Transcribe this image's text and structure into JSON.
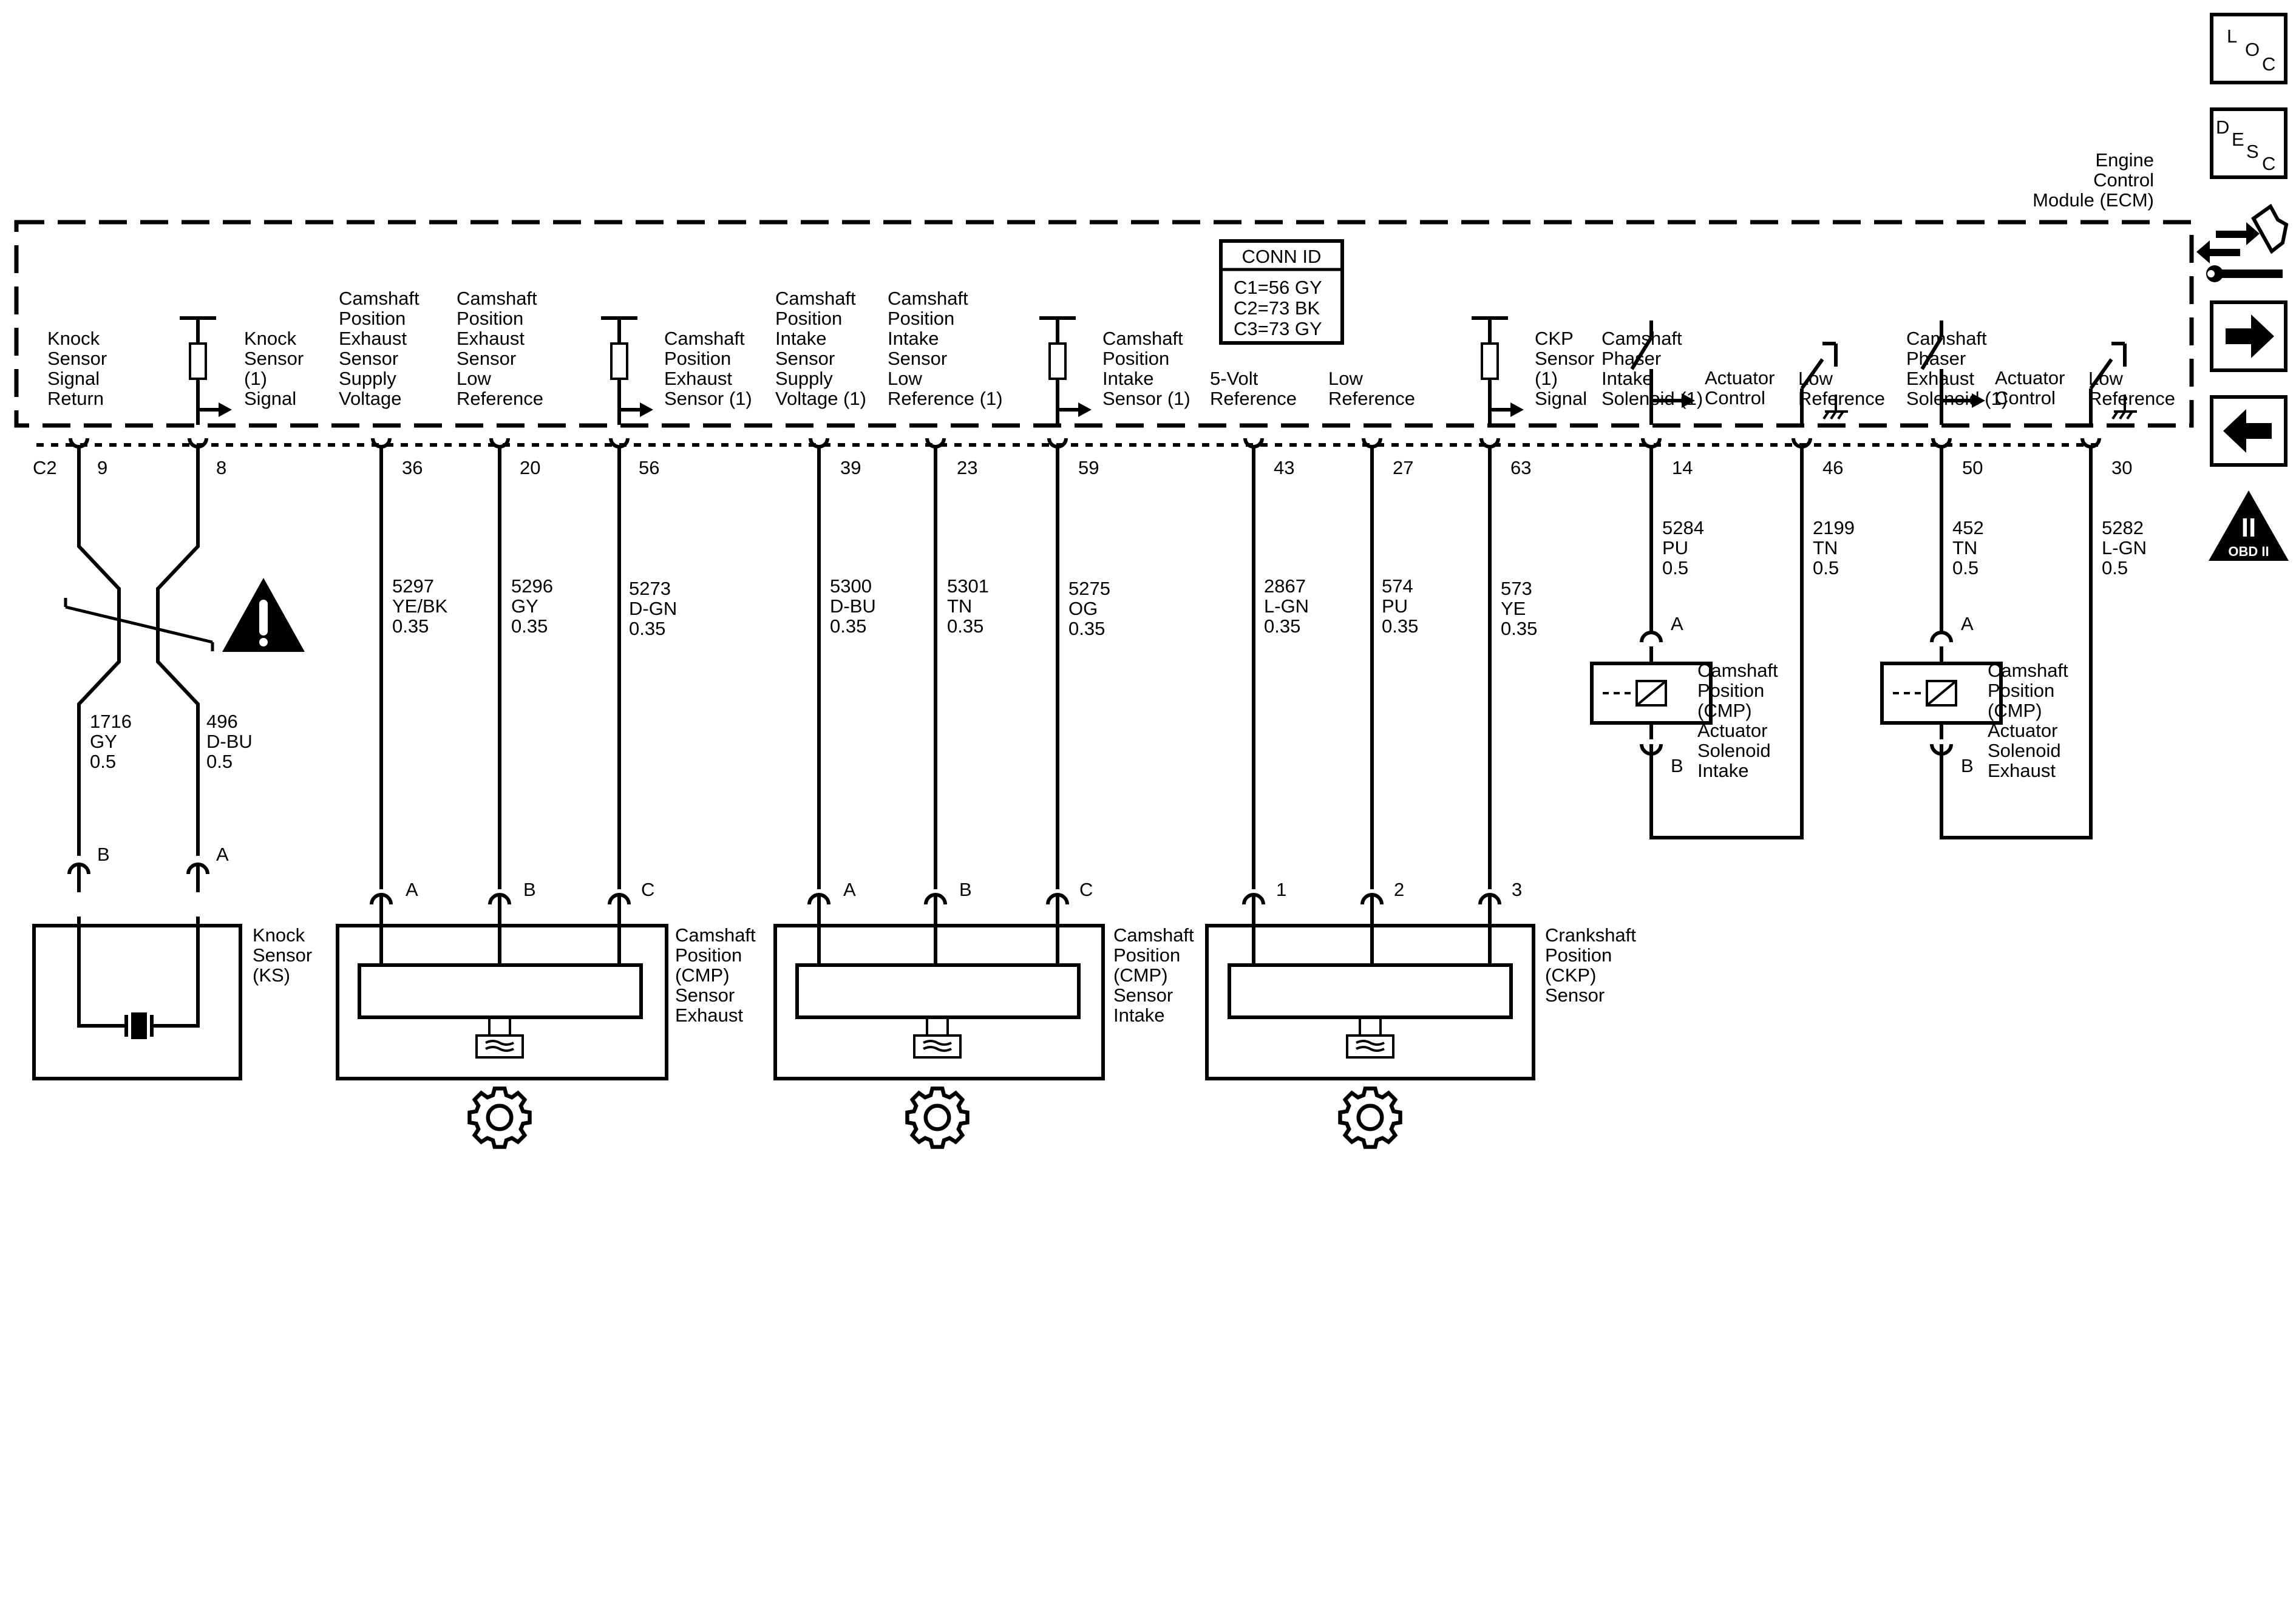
{
  "ecm": {
    "title": [
      "Engine",
      "Control",
      "Module (ECM)"
    ]
  },
  "conn_id": {
    "title": "CONN ID",
    "lines": [
      "C1=56 GY",
      "C2=73 BK",
      "C3=73 GY"
    ]
  },
  "connector_label": "C2",
  "side_icons": [
    {
      "icon": "loc-icon",
      "letters": [
        "L",
        "O",
        "C"
      ]
    },
    {
      "icon": "desc-icon",
      "letters": [
        "D",
        "E",
        "S",
        "C"
      ]
    },
    {
      "icon": "diagnostic-tool-icon"
    },
    {
      "icon": "arrow-right-icon"
    },
    {
      "icon": "arrow-left-icon"
    },
    {
      "icon": "obd2-icon",
      "labels": [
        "II",
        "OBD II"
      ]
    }
  ],
  "ecm_terminals": [
    {
      "pin": "9",
      "label": [
        "Knock",
        "Sensor",
        "Signal",
        "Return"
      ]
    },
    {
      "pin": "8",
      "label": [
        "Knock",
        "Sensor",
        "(1)",
        "Signal"
      ]
    },
    {
      "pin": "36",
      "label": [
        "Camshaft",
        "Position",
        "Exhaust",
        "Sensor",
        "Supply",
        "Voltage"
      ]
    },
    {
      "pin": "20",
      "label": [
        "Camshaft",
        "Position",
        "Exhaust",
        "Sensor",
        "Low",
        "Reference"
      ]
    },
    {
      "pin": "56",
      "label": [
        "Camshaft",
        "Position",
        "Exhaust",
        "Sensor (1)"
      ]
    },
    {
      "pin": "39",
      "label": [
        "Camshaft",
        "Position",
        "Intake",
        "Sensor",
        "Supply",
        "Voltage (1)"
      ]
    },
    {
      "pin": "23",
      "label": [
        "Camshaft",
        "Position",
        "Intake",
        "Sensor",
        "Low",
        "Reference (1)"
      ]
    },
    {
      "pin": "59",
      "label": [
        "Camshaft",
        "Position",
        "Intake",
        "Sensor (1)"
      ]
    },
    {
      "pin": "43",
      "label": [
        "5-Volt",
        "Reference"
      ]
    },
    {
      "pin": "27",
      "label": [
        "Low",
        "Reference"
      ]
    },
    {
      "pin": "63",
      "label": [
        "CKP",
        "Sensor",
        "(1)",
        "Signal"
      ]
    },
    {
      "pin": "14",
      "label": [
        "Camshaft",
        "Phaser",
        "Intake",
        "Solenoid (1)"
      ],
      "sublabel": [
        "Actuator",
        "Control"
      ]
    },
    {
      "pin": "46",
      "label": [
        "Low",
        "Reference"
      ]
    },
    {
      "pin": "50",
      "label": [
        "Camshaft",
        "Phaser",
        "Exhaust",
        "Solenoid (1)"
      ],
      "sublabel": [
        "Actuator",
        "Control"
      ]
    },
    {
      "pin": "30",
      "label": [
        "Low",
        "Reference"
      ]
    }
  ],
  "wires": [
    [
      "1716",
      "GY",
      "0.5"
    ],
    [
      "496",
      "D-BU",
      "0.5"
    ],
    [
      "5297",
      "YE/BK",
      "0.35"
    ],
    [
      "5296",
      "GY",
      "0.35"
    ],
    [
      "5273",
      "D-GN",
      "0.35"
    ],
    [
      "5300",
      "D-BU",
      "0.35"
    ],
    [
      "5301",
      "TN",
      "0.35"
    ],
    [
      "5275",
      "OG",
      "0.35"
    ],
    [
      "2867",
      "L-GN",
      "0.35"
    ],
    [
      "574",
      "PU",
      "0.35"
    ],
    [
      "573",
      "YE",
      "0.35"
    ],
    [
      "5284",
      "PU",
      "0.5"
    ],
    [
      "2199",
      "TN",
      "0.5"
    ],
    [
      "452",
      "TN",
      "0.5"
    ],
    [
      "5282",
      "L-GN",
      "0.5"
    ]
  ],
  "knock_sensor": {
    "label": [
      "Knock",
      "Sensor",
      "(KS)"
    ],
    "pins": [
      "B",
      "A"
    ]
  },
  "cmp_exhaust_sensor": {
    "label": [
      "Camshaft",
      "Position",
      "(CMP)",
      "Sensor",
      "Exhaust"
    ],
    "pins": [
      "A",
      "B",
      "C"
    ]
  },
  "cmp_intake_sensor": {
    "label": [
      "Camshaft",
      "Position",
      "(CMP)",
      "Sensor",
      "Intake"
    ],
    "pins": [
      "A",
      "B",
      "C"
    ]
  },
  "ckp_sensor": {
    "label": [
      "Crankshaft",
      "Position",
      "(CKP)",
      "Sensor"
    ],
    "pins": [
      "1",
      "2",
      "3"
    ]
  },
  "cmp_actuator_intake": {
    "label": [
      "Camshaft",
      "Position",
      "(CMP)",
      "Actuator",
      "Solenoid",
      "Intake"
    ],
    "pins": [
      "A",
      "B"
    ]
  },
  "cmp_actuator_exhaust": {
    "label": [
      "Camshaft",
      "Position",
      "(CMP)",
      "Actuator",
      "Solenoid",
      "Exhaust"
    ],
    "pins": [
      "A",
      "B"
    ]
  }
}
